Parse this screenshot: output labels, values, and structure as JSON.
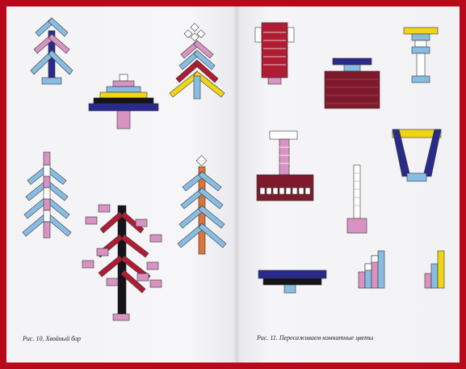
{
  "colors": {
    "pink": "#d993c2",
    "blue": "#88bde3",
    "navy": "#2a2a8a",
    "red": "#b01c33",
    "yellow": "#f1d515",
    "black": "#14141a",
    "orange": "#d9743a",
    "maroon": "#7e1a2c",
    "white": "#ffffff"
  },
  "captions": {
    "left": {
      "figure": "Рис. 10.",
      "title": "Хвойный бор"
    },
    "right": {
      "figure": "Рис. 11.",
      "title": "Пересаживаем комнатные цветы"
    }
  }
}
